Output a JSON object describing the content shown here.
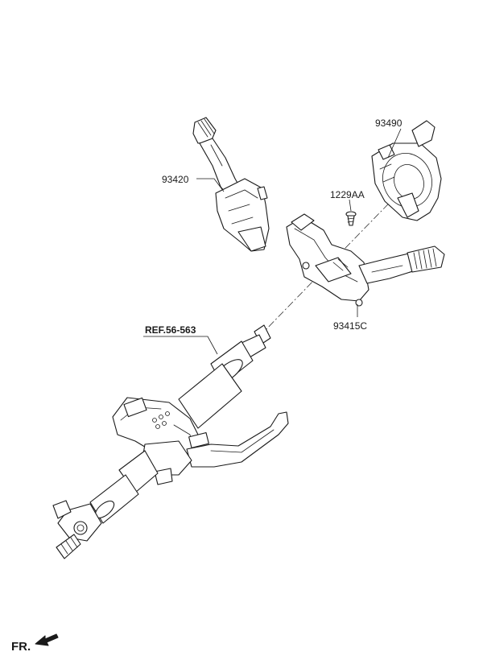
{
  "labels": {
    "part_93420": "93420",
    "part_93490": "93490",
    "part_1229AA": "1229AA",
    "part_93415C": "93415C",
    "ref": "REF.56-563",
    "front": "FR."
  }
}
